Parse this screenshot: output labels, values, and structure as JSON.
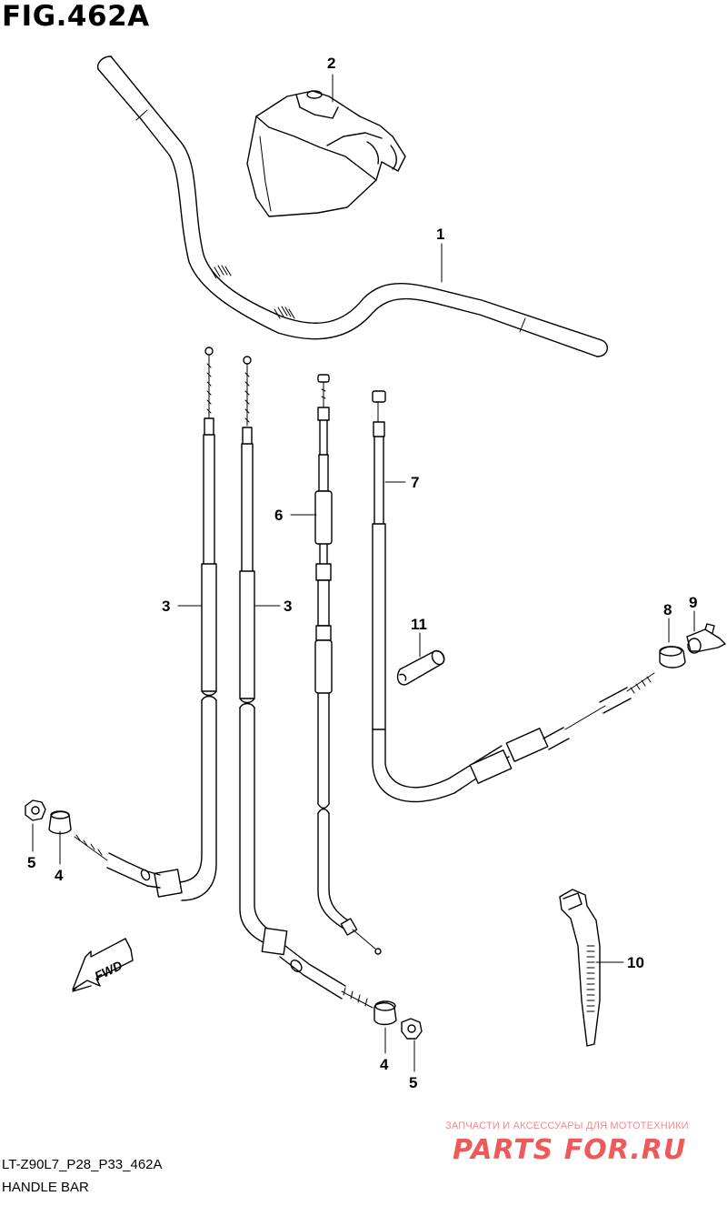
{
  "figure": {
    "title": "FIG.462A",
    "code": "LT-Z90L7_P28_P33_462A",
    "caption": "HANDLE BAR"
  },
  "callouts": {
    "c1": "1",
    "c2": "2",
    "c3a": "3",
    "c3b": "3",
    "c4a": "4",
    "c4b": "4",
    "c5a": "5",
    "c5b": "5",
    "c6": "6",
    "c7": "7",
    "c8": "8",
    "c9": "9",
    "c10": "10",
    "c11": "11"
  },
  "fwd_label": "FWD",
  "watermark": {
    "text": "ЗАПЧАСТИ И АКСЕССУАРЫ ДЛЯ МОТОТЕХНИКИ",
    "logo": "PARTS FOR.RU",
    "color": "#ee5a5a"
  }
}
